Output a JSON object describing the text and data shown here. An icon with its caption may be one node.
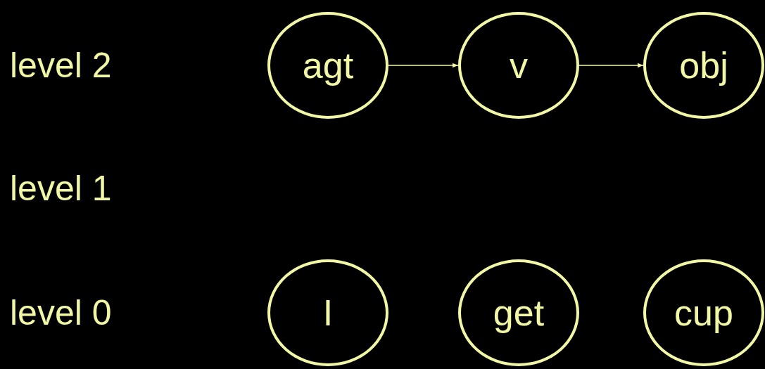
{
  "diagram": {
    "nodes": [
      {
        "text": [
          "agt"
        ]
      },
      {
        "text": [
          "v"
        ]
      },
      {
        "text": [
          "obj"
        ]
      },
      {
        "text": [
          "I"
        ]
      },
      {
        "text": [
          "get"
        ]
      },
      {
        "text": [
          "cup"
        ]
      }
    ],
    "edges": [
      {
        "from": 0,
        "to": 1,
        "arrow": "to"
      },
      {
        "from": 1,
        "to": 2,
        "arrow": "to"
      }
    ],
    "labels": [
      "level 2",
      "level 1",
      "level 0"
    ]
  }
}
